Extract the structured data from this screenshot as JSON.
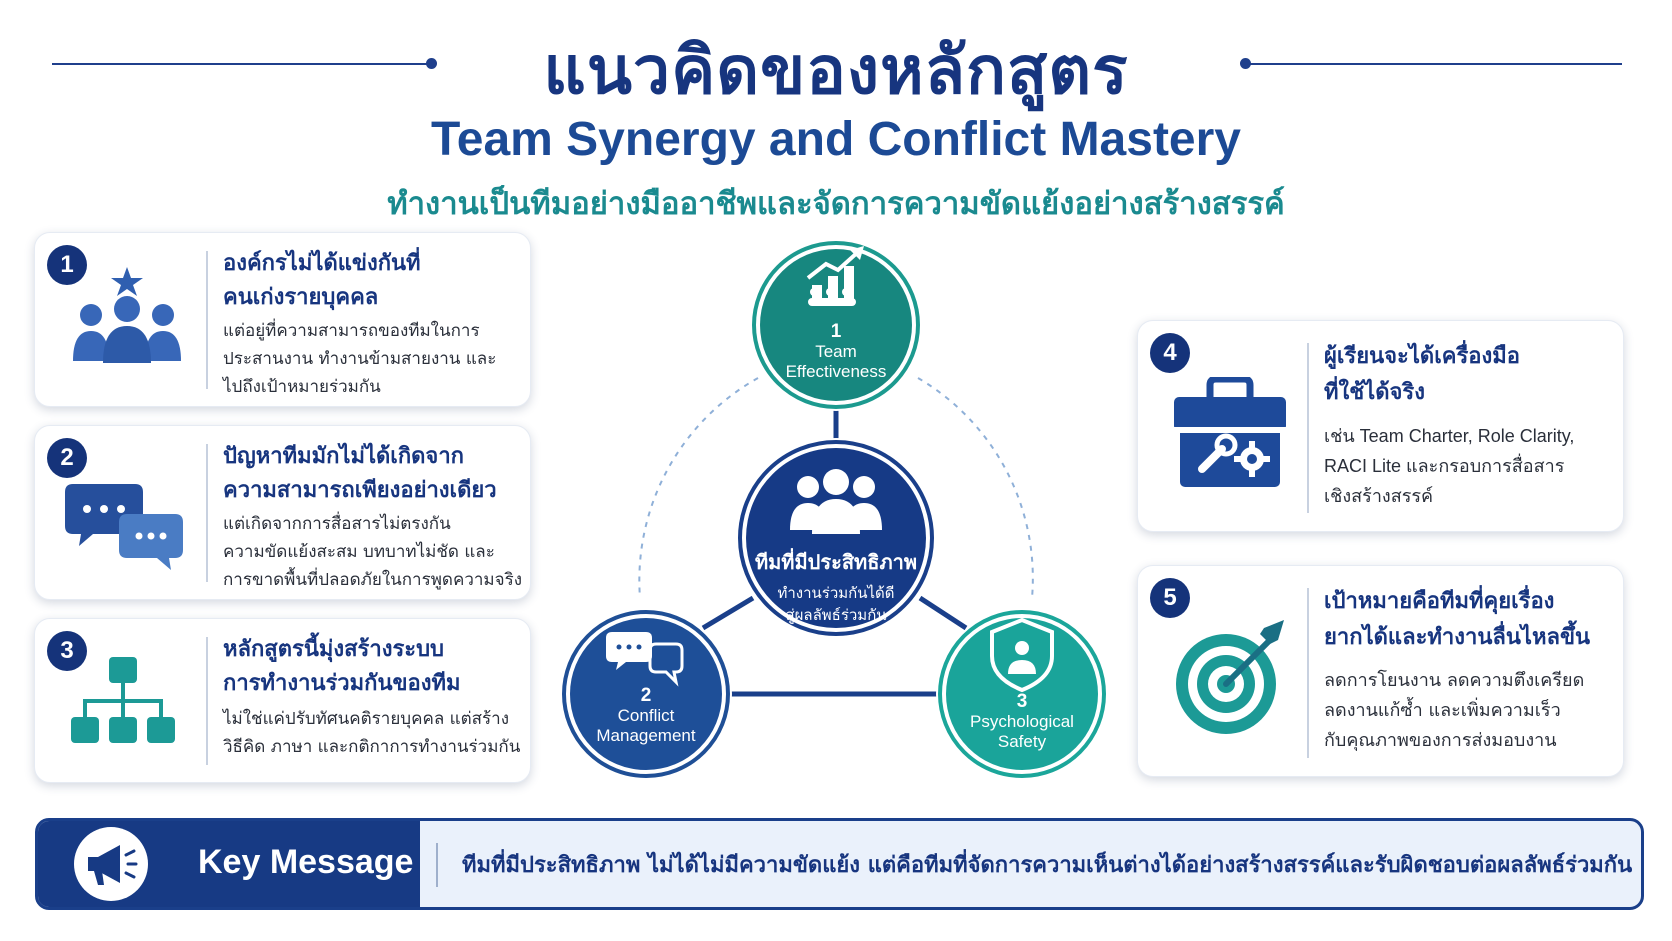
{
  "header": {
    "title": "แนวคิดของหลักสูตร",
    "subtitle": "Team Synergy and Conflict Mastery",
    "tagline": "ทำงานเป็นทีมอย่างมืออาชีพและจัดการความขัดแย้งอย่างสร้างสรรค์"
  },
  "left_cards": [
    {
      "number": "1",
      "icon": "people-star-icon",
      "title_line1": "องค์กรไม่ได้แข่งกันที่",
      "title_line2": "คนเก่งรายบุคคล",
      "body_line1": "แต่อยู่ที่ความสามารถของทีมในการ",
      "body_line2": "ประสานงาน ทำงานข้ามสายงาน และ",
      "body_line3": "ไปถึงเป้าหมายร่วมกัน"
    },
    {
      "number": "2",
      "icon": "chat-bubbles-icon",
      "title_line1": "ปัญหาทีมมักไม่ได้เกิดจาก",
      "title_line2": "ความสามารถเพียงอย่างเดียว",
      "body_line1": "แต่เกิดจากการสื่อสารไม่ตรงกัน",
      "body_line2": "ความขัดแย้งสะสม บทบาทไม่ชัด และ",
      "body_line3": "การขาดพื้นที่ปลอดภัยในการพูดความจริง"
    },
    {
      "number": "3",
      "icon": "org-chart-icon",
      "title_line1": "หลักสูตรนี้มุ่งสร้างระบบ",
      "title_line2": "การทำงานร่วมกันของทีม",
      "body_line1": "ไม่ใช่แค่ปรับทัศนคติรายบุคคล แต่สร้าง",
      "body_line2": "วิธีคิด ภาษา และกติกาการทำงานร่วมกัน",
      "body_line3": ""
    }
  ],
  "right_cards": [
    {
      "number": "4",
      "icon": "toolbox-icon",
      "title_line1": "ผู้เรียนจะได้เครื่องมือ",
      "title_line2": "ที่ใช้ได้จริง",
      "body_line1": "เช่น Team Charter, Role Clarity,",
      "body_line2": "RACI Lite และกรอบการสื่อสาร",
      "body_line3": "เชิงสร้างสรรค์"
    },
    {
      "number": "5",
      "icon": "target-arrow-icon",
      "title_line1": "เป้าหมายคือทีมที่คุยเรื่อง",
      "title_line2": "ยากได้และทำงานลื่นไหลขึ้น",
      "body_line1": "ลดการโยนงาน ลดความตึงเครียด",
      "body_line2": "ลดงานแก้ซ้ำ และเพิ่มความเร็ว",
      "body_line3": "กับคุณภาพของการส่งมอบงาน"
    }
  ],
  "diagram": {
    "center": {
      "icon": "team-group-icon",
      "title": "ทีมที่มีประสิทธิภาพ",
      "line1": "ทำงานร่วมกันได้ดี",
      "line2": "สู่ผลลัพธ์ร่วมกัน"
    },
    "nodes": [
      {
        "number": "1",
        "line1": "Team",
        "line2": "Effectiveness",
        "icon": "growth-chart-icon"
      },
      {
        "number": "2",
        "line1": "Conflict",
        "line2": "Management",
        "icon": "speech-bubbles-icon"
      },
      {
        "number": "3",
        "line1": "Psychological",
        "line2": "Safety",
        "icon": "shield-person-icon"
      }
    ]
  },
  "key_message": {
    "icon": "megaphone-icon",
    "label": "Key Message",
    "text": "ทีมที่มีประสิทธิภาพ  ไม่ได้ไม่มีความขัดแย้ง  แต่คือทีมที่จัดการความเห็นต่างได้อย่างสร้างสรรค์และรับผิดชอบต่อผลลัพธ์ร่วมกัน"
  },
  "colors": {
    "navy": "#17357f",
    "teal": "#1a8a8f",
    "node_blue": "#1f4f96",
    "node_teal": "#179c94"
  }
}
